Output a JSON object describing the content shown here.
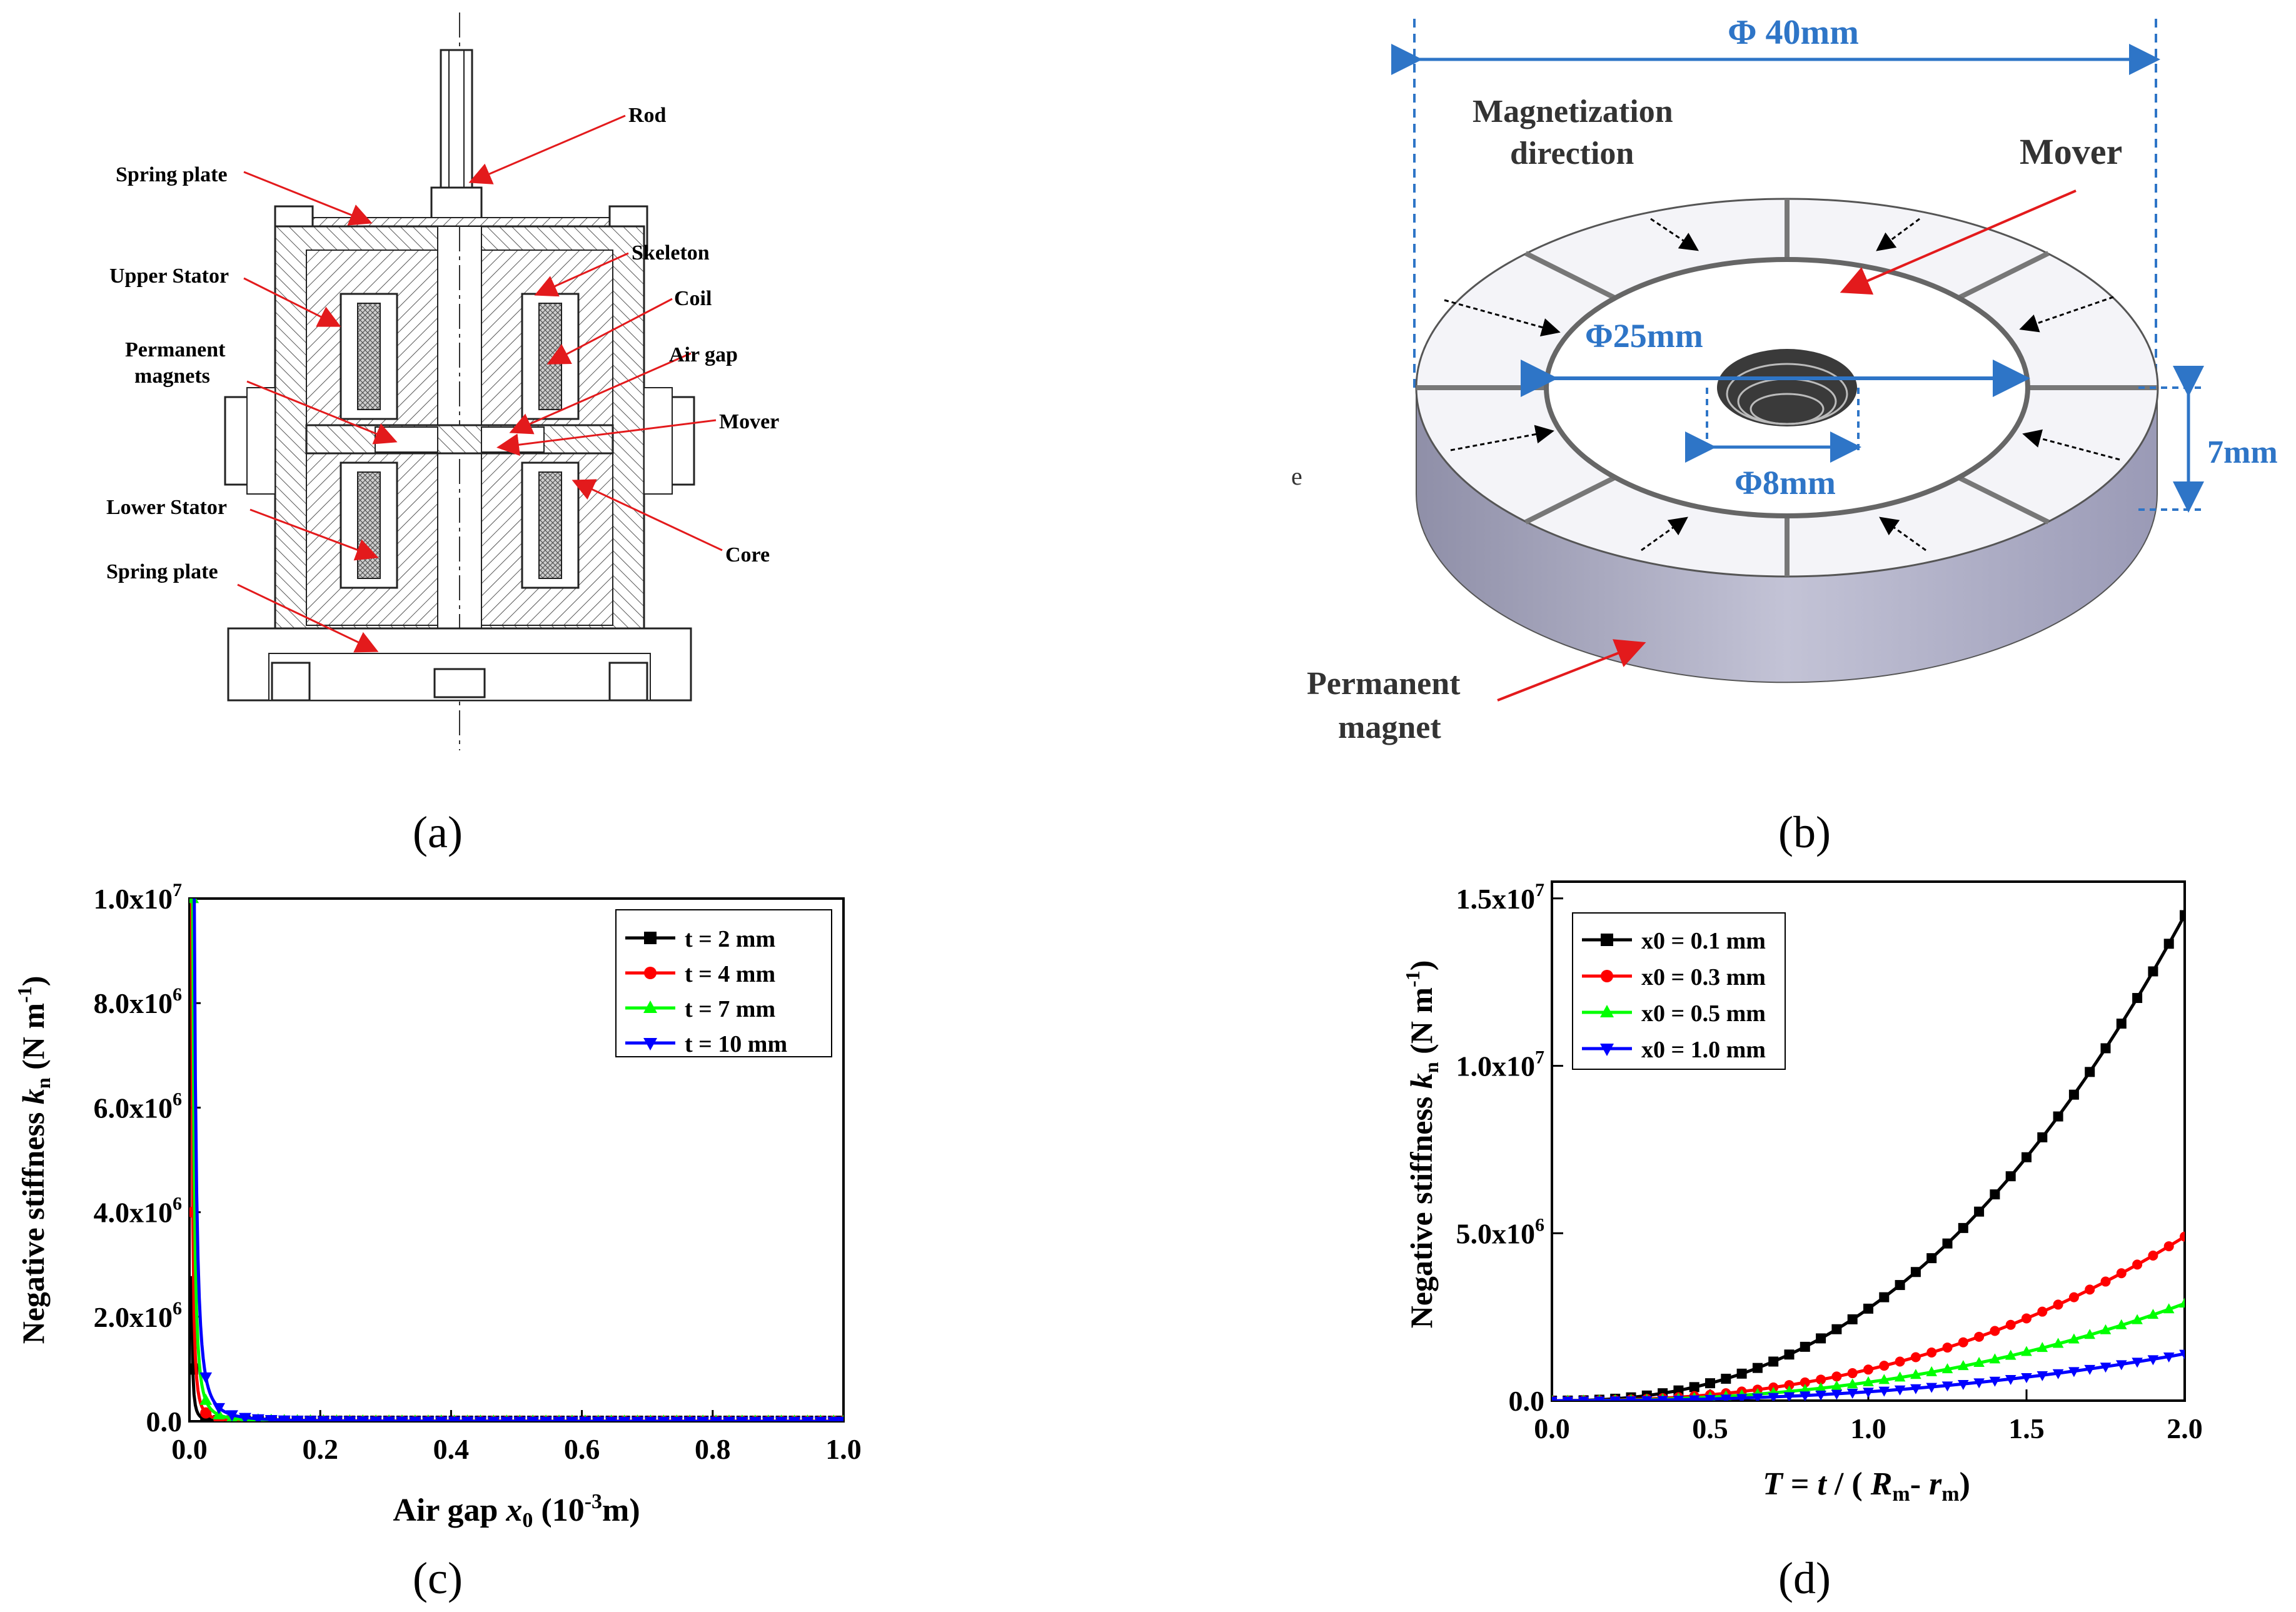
{
  "panels": {
    "a": {
      "caption": "(a)",
      "labels": {
        "rod": "Rod",
        "spring_plate_top": "Spring plate",
        "skeleton": "Skeleton",
        "upper_stator": "Upper Stator",
        "coil": "Coil",
        "permanent_magnets": [
          "Permanent",
          "magnets"
        ],
        "air_gap": "Air gap",
        "mover": "Mover",
        "lower_stator": "Lower Stator",
        "core": "Core",
        "spring_plate_bottom": "Spring plate"
      }
    },
    "b": {
      "caption": "(b)",
      "labels": {
        "outer_diameter": "Φ 40mm",
        "magnetization": [
          "Magnetization",
          "direction"
        ],
        "mover": "Mover",
        "inner_diameter": "Φ25mm",
        "hole_diameter": "Φ8mm",
        "thickness": "7mm",
        "permanent_magnet": [
          "Permanent",
          "magnet"
        ],
        "stray": "e"
      },
      "colors": {
        "dimension": "#2e75c7",
        "arrow": "#e31a1c",
        "magnet_side": "#a9a9c4"
      }
    },
    "c": {
      "caption": "(c)"
    },
    "d": {
      "caption": "(d)"
    }
  },
  "chart_data": [
    {
      "type": "line",
      "id": "c",
      "xlabel": "Air gap x0 (10-3m)",
      "ylabel": "Negative stiffness kn (N m-1)",
      "xlim": [
        0,
        1.0
      ],
      "ylim": [
        0,
        10000000
      ],
      "xticks": [
        "0.0",
        "0.2",
        "0.4",
        "0.6",
        "0.8",
        "1.0"
      ],
      "yticks": [
        "0.0",
        "2.0x10^6",
        "4.0x10^6",
        "6.0x10^6",
        "8.0x10^6",
        "1.0x10^7"
      ],
      "legend_position": "top-right",
      "x": [
        0.005,
        0.025,
        0.045,
        0.065,
        0.085,
        0.105,
        0.125,
        0.145,
        0.165,
        0.185,
        0.205,
        0.225,
        0.245,
        0.265,
        0.285,
        0.305,
        0.325,
        0.345,
        0.365,
        0.385,
        0.405,
        0.425,
        0.445,
        0.465,
        0.485,
        0.505,
        0.525,
        0.545,
        0.565,
        0.585,
        0.605,
        0.625,
        0.645,
        0.665,
        0.685,
        0.705,
        0.725,
        0.745,
        0.765,
        0.785,
        0.805,
        0.825,
        0.845,
        0.865,
        0.885,
        0.905,
        0.925,
        0.945,
        0.965,
        0.985,
        1.0
      ],
      "series": [
        {
          "name": "t = 2 mm",
          "color": "#000000",
          "marker": "square",
          "k": 25000
        },
        {
          "name": "t = 4 mm",
          "color": "#ff0000",
          "marker": "circle",
          "k": 100000
        },
        {
          "name": "t = 7 mm",
          "color": "#00ff00",
          "marker": "triangle-up",
          "k": 250000
        },
        {
          "name": "t = 10 mm",
          "color": "#0000ff",
          "marker": "triangle-down",
          "k": 530000
        }
      ]
    },
    {
      "type": "line",
      "id": "d",
      "xlabel": "T = t / ( Rm- rm)",
      "ylabel": "Negative stiffness kn (N m-1)",
      "xlim": [
        0,
        2.0
      ],
      "ylim": [
        0,
        15000000
      ],
      "xticks": [
        "0.0",
        "0.5",
        "1.0",
        "1.5",
        "2.0"
      ],
      "yticks": [
        "0.0",
        "5.0x10^6",
        "1.0x10^7",
        "1.5x10^7"
      ],
      "legend_position": "top-left",
      "series": [
        {
          "name": "x0 = 0.1 mm",
          "color": "#000000",
          "marker": "square",
          "end_value": 14500000
        },
        {
          "name": "x0 = 0.3 mm",
          "color": "#ff0000",
          "marker": "circle",
          "end_value": 4900000
        },
        {
          "name": "x0 = 0.5 mm",
          "color": "#00ff00",
          "marker": "triangle-up",
          "end_value": 2900000
        },
        {
          "name": "x0 = 1.0 mm",
          "color": "#0000ff",
          "marker": "triangle-down",
          "end_value": 1400000
        }
      ]
    }
  ]
}
